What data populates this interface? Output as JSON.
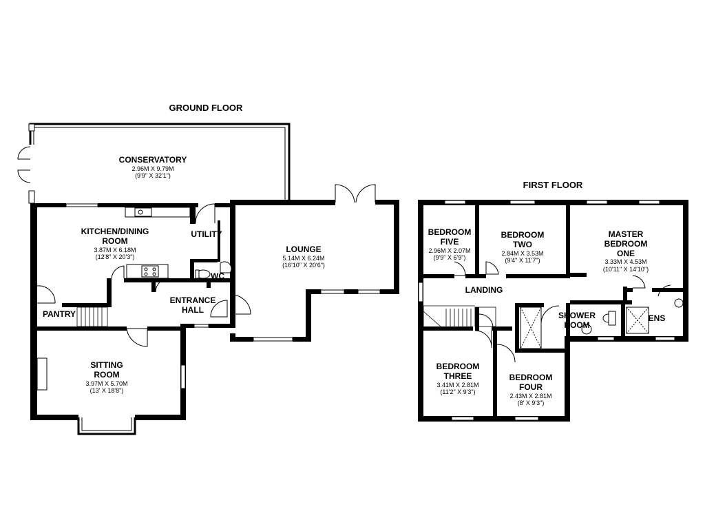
{
  "floors": {
    "ground": {
      "title": "GROUND FLOOR",
      "rooms": [
        {
          "name": "CONSERVATORY",
          "size_m": "2.96M X 9.79M",
          "size_ft": "(9'9\" X 32'1\")"
        },
        {
          "name": "KITCHEN/DINING ROOM",
          "name_l1": "KITCHEN/DINING",
          "name_l2": "ROOM",
          "size_m": "3.87M X 6.18M",
          "size_ft": "(12'8\" X 20'3\")"
        },
        {
          "name": "UTILITY"
        },
        {
          "name": "LOUNGE",
          "size_m": "5.14M X 6.24M",
          "size_ft": "(16'10\" X 20'6\")"
        },
        {
          "name": "WC"
        },
        {
          "name": "ENTRANCE HALL",
          "name_l1": "ENTRANCE",
          "name_l2": "HALL"
        },
        {
          "name": "PANTRY"
        },
        {
          "name": "SITTING ROOM",
          "name_l1": "SITTING",
          "name_l2": "ROOM",
          "size_m": "3.97M X 5.70M",
          "size_ft": "(13' X 18'8\")"
        }
      ]
    },
    "first": {
      "title": "FIRST FLOOR",
      "rooms": [
        {
          "name": "BEDROOM FIVE",
          "name_l1": "BEDROOM",
          "name_l2": "FIVE",
          "size_m": "2.96M X 2.07M",
          "size_ft": "(9'9\" X 6'9\")"
        },
        {
          "name": "BEDROOM TWO",
          "name_l1": "BEDROOM",
          "name_l2": "TWO",
          "size_m": "2.84M X 3.53M",
          "size_ft": "(9'4\" X 11'7\")"
        },
        {
          "name": "MASTER BEDROOM ONE",
          "name_l1": "MASTER",
          "name_l2": "BEDROOM",
          "name_l3": "ONE",
          "size_m": "3.33M X 4.53M",
          "size_ft": "(10'11\" X 14'10\")"
        },
        {
          "name": "LANDING"
        },
        {
          "name": "SHOWER ROOM",
          "name_l1": "SHOWER",
          "name_l2": "ROOM"
        },
        {
          "name": "ENS"
        },
        {
          "name": "BEDROOM THREE",
          "name_l1": "BEDROOM",
          "name_l2": "THREE",
          "size_m": "3.41M X 2.81M",
          "size_ft": "(11'2\" X 9'3\")"
        },
        {
          "name": "BEDROOM FOUR",
          "name_l1": "BEDROOM",
          "name_l2": "FOUR",
          "size_m": "2.43M X 2.81M",
          "size_ft": "(8' X 9'3\")"
        }
      ]
    }
  }
}
